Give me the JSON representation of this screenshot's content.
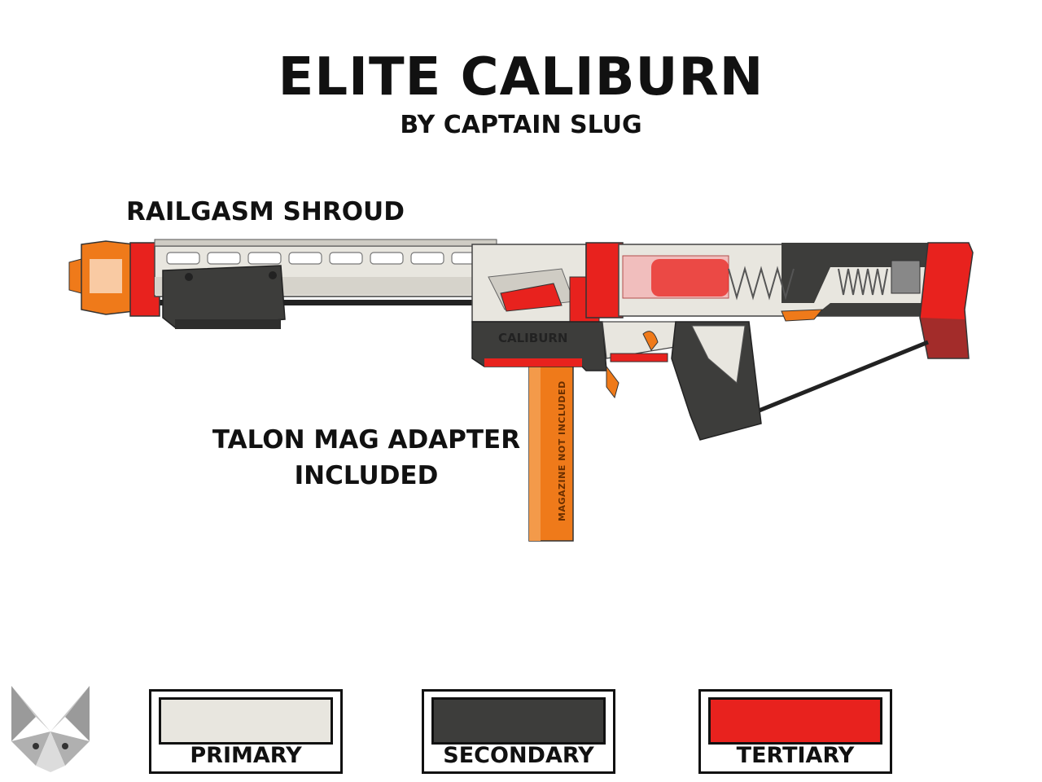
{
  "header": {
    "title": "ELITE CALIBURN",
    "subtitle": "BY CAPTAIN SLUG"
  },
  "callouts": {
    "shroud": "RAILGASM SHROUD",
    "mag_line1": "TALON MAG ADAPTER",
    "mag_line2": "INCLUDED"
  },
  "blaster": {
    "receiver_text": "CALIBURN",
    "magazine_text": "MAGAZINE NOT INCLUDED",
    "colors": {
      "primary": "#e8e6df",
      "secondary": "#3d3d3b",
      "tertiary": "#e8221e",
      "accent": "#ef7a1a"
    }
  },
  "swatches": [
    {
      "label": "PRIMARY",
      "color": "#e8e6df"
    },
    {
      "label": "SECONDARY",
      "color": "#3d3d3b"
    },
    {
      "label": "TERTIARY",
      "color": "#e8221e"
    }
  ],
  "logo": {
    "icon": "fox-head-icon"
  }
}
